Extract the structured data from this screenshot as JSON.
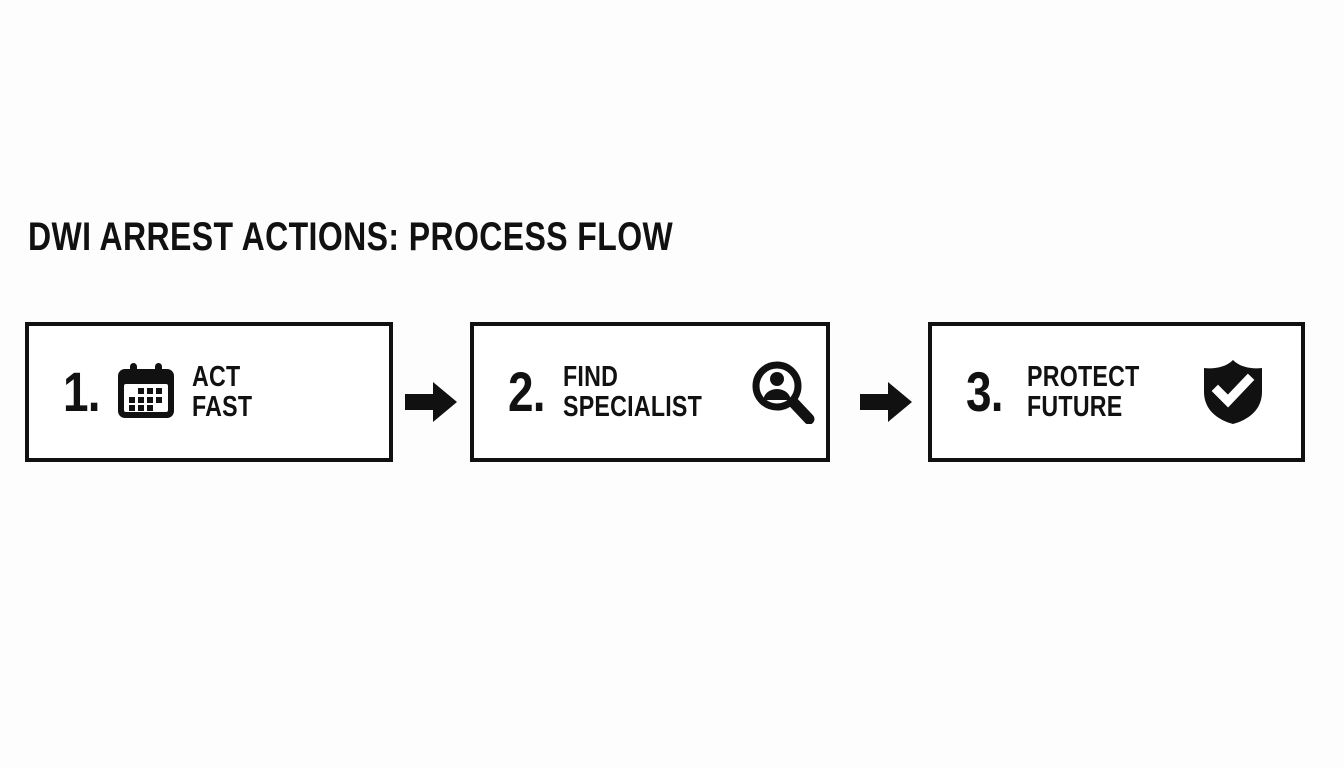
{
  "slide": {
    "title": "DWI ARREST ACTIONS: PROCESS FLOW",
    "background_color": "#fdfdfd",
    "foreground_color": "#111111"
  },
  "flow": {
    "steps": [
      {
        "number": "1.",
        "label_lines": [
          "ACT",
          "FAST"
        ],
        "label_text": "ACT FAST",
        "icon": "calendar-icon",
        "icon_position": "between-number-and-label"
      },
      {
        "number": "2.",
        "label_lines": [
          "FIND",
          "SPECIALIST"
        ],
        "label_text": "FIND SPECIALIST",
        "icon": "person-search-icon",
        "icon_position": "right"
      },
      {
        "number": "3.",
        "label_lines": [
          "PROTECT",
          "FUTURE"
        ],
        "label_text": "PROTECT FUTURE",
        "icon": "shield-check-icon",
        "icon_position": "right"
      }
    ],
    "connectors": [
      {
        "icon": "arrow-right-icon",
        "from_step": "1",
        "to_step": "2"
      },
      {
        "icon": "arrow-right-icon",
        "from_step": "2",
        "to_step": "3"
      }
    ]
  }
}
